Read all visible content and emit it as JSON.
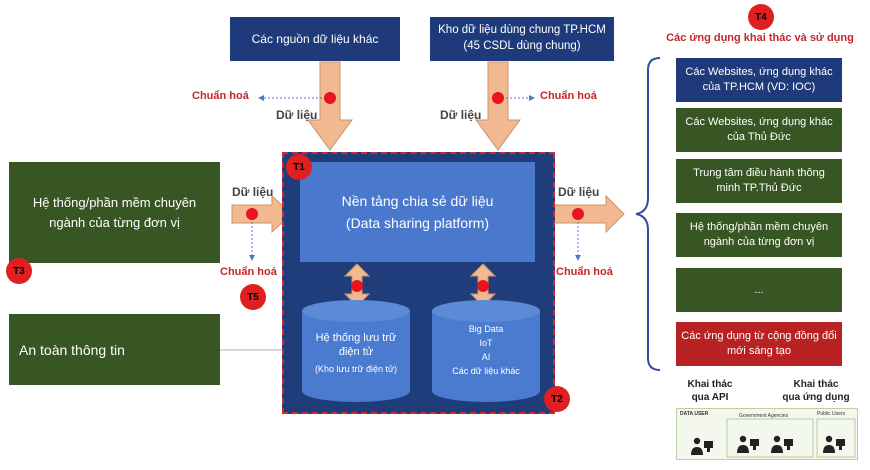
{
  "sources": {
    "other_sources": "Các nguồn dữ liệu khác",
    "shared_store_line1": "Kho dữ liệu dùng chung TP.HCM",
    "shared_store_line2": "(45 CSDL dùng chung)"
  },
  "labels": {
    "chuan_hoa": "Chuẩn hoá",
    "du_lieu": "Dữ liệu"
  },
  "left": {
    "specialized_line1": "Hệ thống/phần mềm chuyên",
    "specialized_line2": "ngành của từng đơn vị",
    "infosec": "An toàn thông tin"
  },
  "platform": {
    "title_line1": "Nền tảng chia sẻ dữ liệu",
    "title_line2": "(Data sharing platform)",
    "storage_line1": "Hệ thống lưu trữ",
    "storage_line2": "điện tử",
    "storage_line3": "(Kho lưu trữ điện tử)",
    "bigdata_items": [
      "Big Data",
      "IoT",
      "AI",
      "Các dữ liệu khác"
    ]
  },
  "badges": {
    "t1": "T1",
    "t2": "T2",
    "t3": "T3",
    "t4": "T4",
    "t5": "T5"
  },
  "apps": {
    "heading": "Các ứng dụng khai thác và sử dụng",
    "items": [
      {
        "text": "Các Websites, ứng dụng khác của TP.HCM (VD: IOC)",
        "color": "#1f3a7a"
      },
      {
        "text": "Các Websites, ứng dụng khác của Thủ Đức",
        "color": "#375623"
      },
      {
        "text": "Trung tâm điều hành thông minh TP.Thủ Đức",
        "color": "#375623"
      },
      {
        "text": "Hệ thống/phần mềm chuyên ngành của từng đơn vị",
        "color": "#375623"
      },
      {
        "text": "...",
        "color": "#375623"
      },
      {
        "text": "Các ứng dụng từ cộng đồng đổi mới sáng tạo",
        "color": "#b82222"
      }
    ]
  },
  "access": {
    "api_line1": "Khai thác",
    "api_line2": "qua API",
    "app_line1": "Khai thác",
    "app_line2": "qua ứng dụng",
    "mini_data_user": "DATA USER",
    "mini_gov": "Government Agencies",
    "mini_public": "Public Users"
  },
  "colors": {
    "navy": "#1f3a7a",
    "green": "#375623",
    "red": "#c0282d",
    "arrow": "#f2b88f",
    "platform_bg": "#1f3d7a"
  }
}
